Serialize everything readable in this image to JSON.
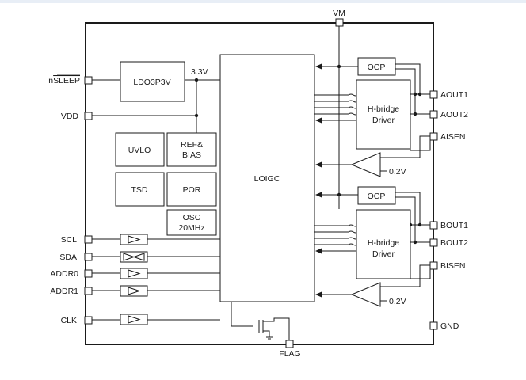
{
  "pins": {
    "vm": "VM",
    "nsleep_prefix": "n",
    "nsleep_bar": "SLEEP",
    "vdd": "VDD",
    "scl": "SCL",
    "sda": "SDA",
    "addr0": "ADDR0",
    "addr1": "ADDR1",
    "clk": "CLK",
    "flag": "FLAG",
    "aout1": "AOUT1",
    "aout2": "AOUT2",
    "aisen": "AISEN",
    "bout1": "BOUT1",
    "bout2": "BOUT2",
    "bisen": "BISEN",
    "gnd": "GND"
  },
  "blocks": {
    "ldo": "LDO3P3V",
    "ldo_output": "3.3V",
    "uvlo": "UVLO",
    "ref_line1": "REF&",
    "ref_line2": "BIAS",
    "tsd": "TSD",
    "por": "POR",
    "osc_line1": "OSC",
    "osc_line2": "20MHz",
    "logic": "LOIGC",
    "ocp_a": "OCP",
    "ocp_b": "OCP",
    "hbridge_a_line1": "H-bridge",
    "hbridge_a_line2": "Driver",
    "hbridge_b_line1": "H-bridge",
    "hbridge_b_line2": "Driver",
    "comp_a_ref": "0.2V",
    "comp_b_ref": "0.2V"
  }
}
